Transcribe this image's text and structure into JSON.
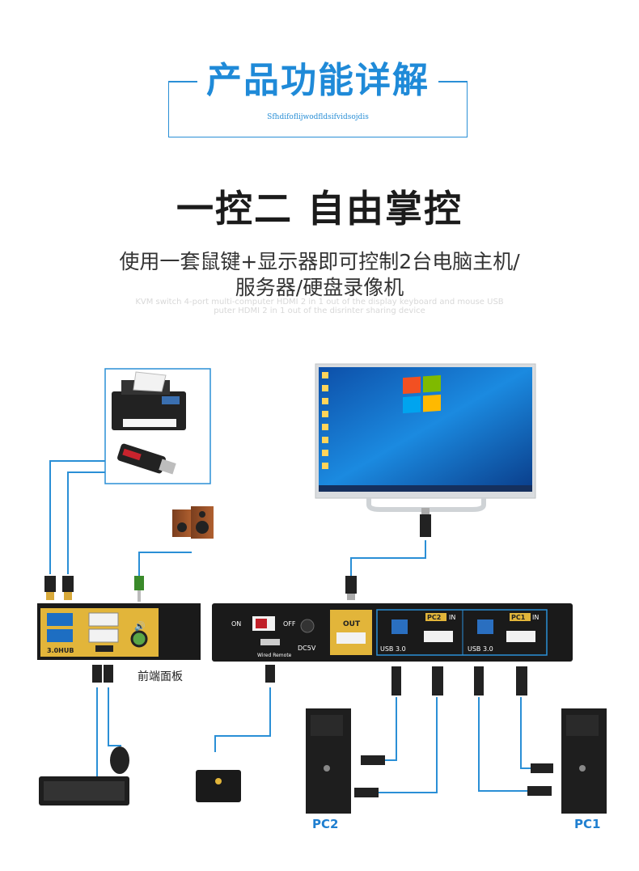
{
  "header": {
    "title": "产品功能详解",
    "subtitle": "Sfhdifoflijwodfldsifvidsojdis"
  },
  "headline": "一控二 自由掌控",
  "description": {
    "line1": "使用一套鼠键+显示器即可控制2台电脑主机/",
    "line2": "服务器/硬盘录像机",
    "en_line1": "KVM switch 4-port multi-computer HDMI 2 in 1 out of the display keyboard and mouse USB",
    "en_line2": "puter HDMI 2 in 1 out of the disrinter sharing device"
  },
  "front_panel": {
    "label": "前端面板",
    "usb_hub_label": "3.0HUB"
  },
  "rear_panel": {
    "on_label": "ON",
    "off_label": "OFF",
    "wired_remote_label": "Wired Remote",
    "dc_label": "DC5V",
    "out_label": "OUT",
    "pc2_tag": "PC2",
    "pc1_tag": "PC1",
    "in_label": "IN",
    "usb_label": "USB 3.0"
  },
  "computers": {
    "pc2_label": "PC2",
    "pc1_label": "PC1"
  },
  "colors": {
    "accent": "#1f8ad8",
    "cable": "#2a8fd6",
    "device": "#1a1a1a",
    "gold": "#e2b53a"
  }
}
